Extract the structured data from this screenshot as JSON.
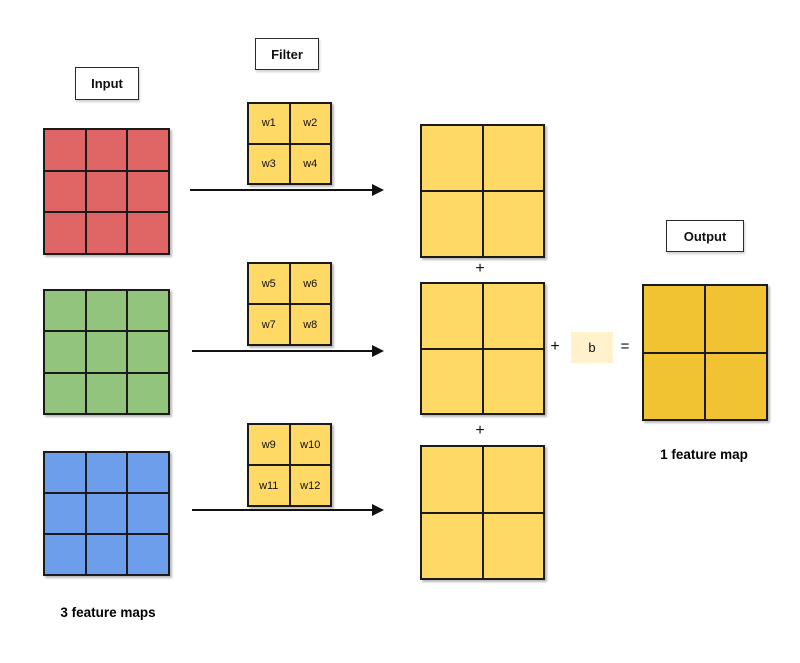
{
  "labels": {
    "input": "Input",
    "filter": "Filter",
    "output": "Output"
  },
  "captions": {
    "input": "3 feature maps",
    "output": "1 feature map"
  },
  "ops": {
    "plus": "+",
    "equals": "="
  },
  "bias": {
    "label": "b",
    "color": "#fff2cc"
  },
  "colors": {
    "red_map": "#e06666",
    "green_map": "#93c47d",
    "blue_map": "#6d9eeb",
    "filter_yellow": "#ffd966",
    "intermediate_yellow": "#ffd966",
    "output_gold": "#f1c232",
    "line": "#1b1b1b",
    "background": "#ffffff"
  },
  "input_maps": [
    {
      "name": "red feature map",
      "rows": 3,
      "cols": 3,
      "color": "#e06666"
    },
    {
      "name": "green feature map",
      "rows": 3,
      "cols": 3,
      "color": "#93c47d"
    },
    {
      "name": "blue feature map",
      "rows": 3,
      "cols": 3,
      "color": "#6d9eeb"
    }
  ],
  "filters": [
    {
      "weights": [
        "w1",
        "w2",
        "w3",
        "w4"
      ]
    },
    {
      "weights": [
        "w5",
        "w6",
        "w7",
        "w8"
      ]
    },
    {
      "weights": [
        "w9",
        "w10",
        "w11",
        "w12"
      ]
    }
  ],
  "intermediate_maps": {
    "count": 3,
    "rows": 2,
    "cols": 2,
    "color": "#ffd966"
  },
  "output_map": {
    "rows": 2,
    "cols": 2,
    "color": "#f1c232"
  }
}
